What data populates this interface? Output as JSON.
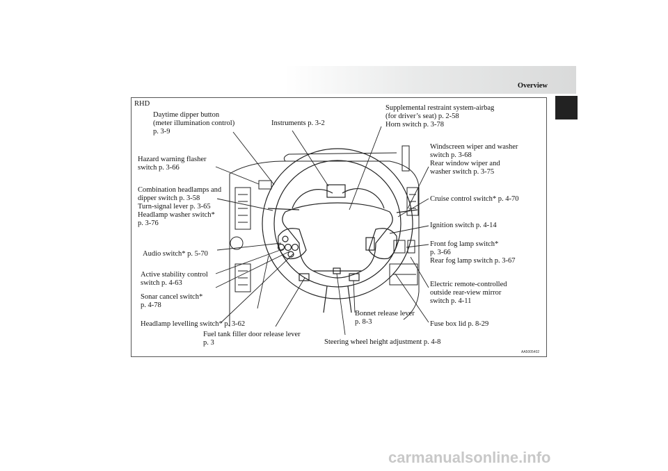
{
  "header": {
    "title": "Overview"
  },
  "figure": {
    "variant": "RHD",
    "code": "AA5005402",
    "labels": {
      "daytime": [
        "Daytime dipper button",
        "(meter illumination control)",
        "p. 3-9"
      ],
      "instruments": [
        "Instruments p. 3-2"
      ],
      "srs": [
        "Supplemental restraint system-airbag",
        "(for driver’s seat) p. 2-58",
        "Horn switch p. 3-78"
      ],
      "hazard": [
        "Hazard warning flasher",
        "switch p. 3-66"
      ],
      "wiper": [
        "Windscreen wiper and washer",
        "switch p. 3-68",
        "Rear window wiper and",
        "washer switch p. 3-75"
      ],
      "combination": [
        "Combination headlamps and",
        "dipper switch p. 3-58",
        "Turn-signal lever p. 3-65",
        "Headlamp washer switch*",
        "p. 3-76"
      ],
      "cruise": [
        "Cruise control switch* p. 4-70"
      ],
      "ignition": [
        "Ignition switch p. 4-14"
      ],
      "audio": [
        "Audio switch* p. 5-70"
      ],
      "foglamp": [
        "Front fog lamp switch*",
        "p. 3-66",
        "Rear fog lamp switch p. 3-67"
      ],
      "stability": [
        "Active stability control",
        "switch p. 4-63"
      ],
      "mirror": [
        "Electric remote-controlled",
        "outside rear-view mirror",
        "switch p. 4-11"
      ],
      "sonar": [
        "Sonar cancel switch*",
        "p. 4-78"
      ],
      "bonnet": [
        "Bonnet release lever",
        "p. 8-3"
      ],
      "levelling": [
        "Headlamp levelling switch* p. 3-62"
      ],
      "fusebox": [
        "Fuse box lid p. 8-29"
      ],
      "fueltank": [
        "Fuel tank filler door release lever",
        "p. 3"
      ],
      "steering": [
        "Steering wheel height adjustment p. 4-8"
      ]
    }
  },
  "footer": {
    "watermark": "carmanualsonline.info"
  }
}
